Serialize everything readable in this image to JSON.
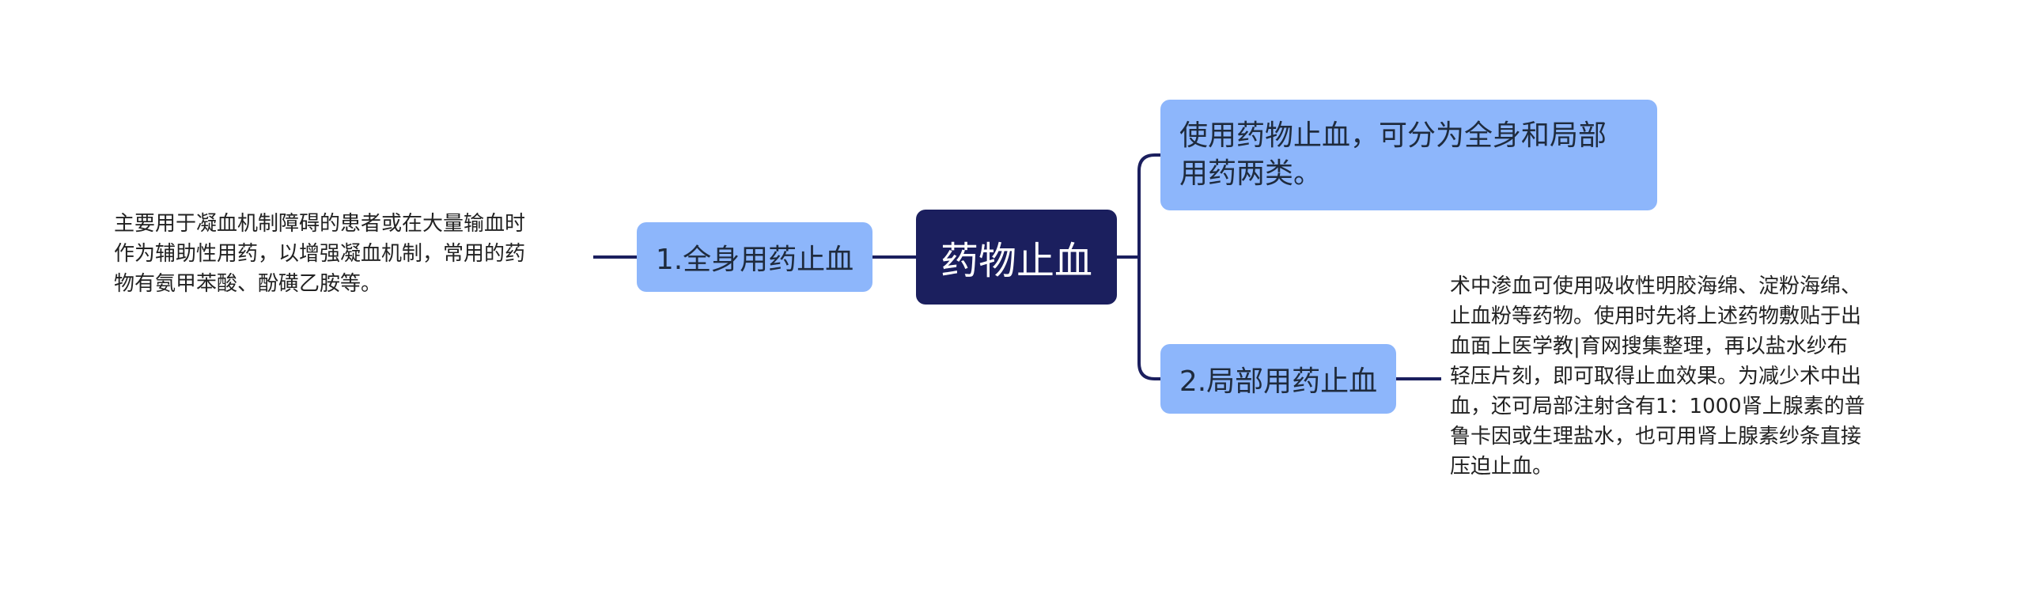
{
  "colors": {
    "root_fill": "#1b1f5e",
    "branch_fill": "#8db6fb",
    "connector": "#1b1f5e"
  },
  "root": {
    "label": "药物止血"
  },
  "branches": {
    "systemic": {
      "label": "1.全身用药止血",
      "note": "主要用于凝血机制障碍的患者或在大量输血时\n作为辅助性用药，以增强凝血机制，常用的药\n物有氨甲苯酸、酚磺乙胺等。"
    },
    "overview": {
      "label": "使用药物止血，可分为全身和局部\n用药两类。"
    },
    "local": {
      "label": "2.局部用药止血",
      "note": "术中渗血可使用吸收性明胶海绵、淀粉海绵、\n止血粉等药物。使用时先将上述药物敷贴于出\n血面上医学教|育网搜集整理，再以盐水纱布\n轻压片刻，即可取得止血效果。为减少术中出\n血，还可局部注射含有1：1000肾上腺素的普\n鲁卡因或生理盐水，也可用肾上腺素纱条直接\n压迫止血。"
    }
  }
}
